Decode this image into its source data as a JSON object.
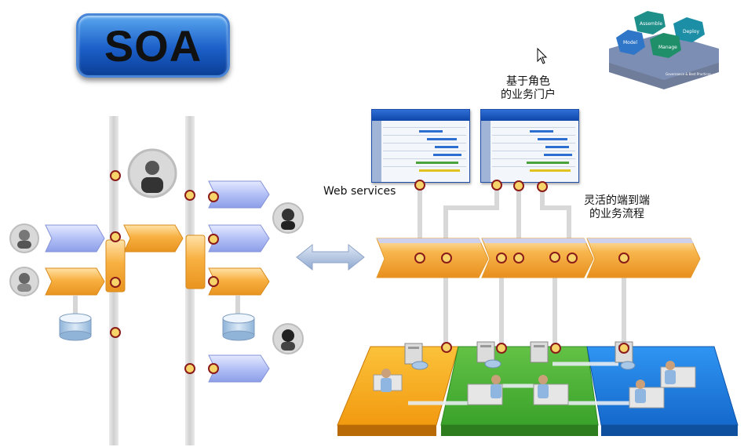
{
  "title": {
    "text": "SOA"
  },
  "labels": {
    "portal": "基于角色\n的业务门户",
    "web_services": "Web services",
    "flow": "灵活的端到端\n的业务流程"
  },
  "logo": {
    "words": [
      "Model",
      "Assemble",
      "Deploy",
      "Manage",
      "Governance & Best Practices"
    ]
  },
  "colors": {
    "bus_orange": "#f5a623",
    "chevron_blue": "#aab8f4",
    "node_ring": "#8b1a1a",
    "node_fill": "#f6d46a",
    "platform_orange": "#f4a416",
    "platform_green": "#4db233",
    "platform_blue": "#1c7fe0",
    "logo_teal": "#1f8f8a"
  },
  "icons": [
    "soa-badge",
    "people-photo-icon",
    "database-icon",
    "double-arrow-icon",
    "server-icon",
    "worker-icon",
    "hexagon-logo",
    "mouse-cursor-icon"
  ]
}
